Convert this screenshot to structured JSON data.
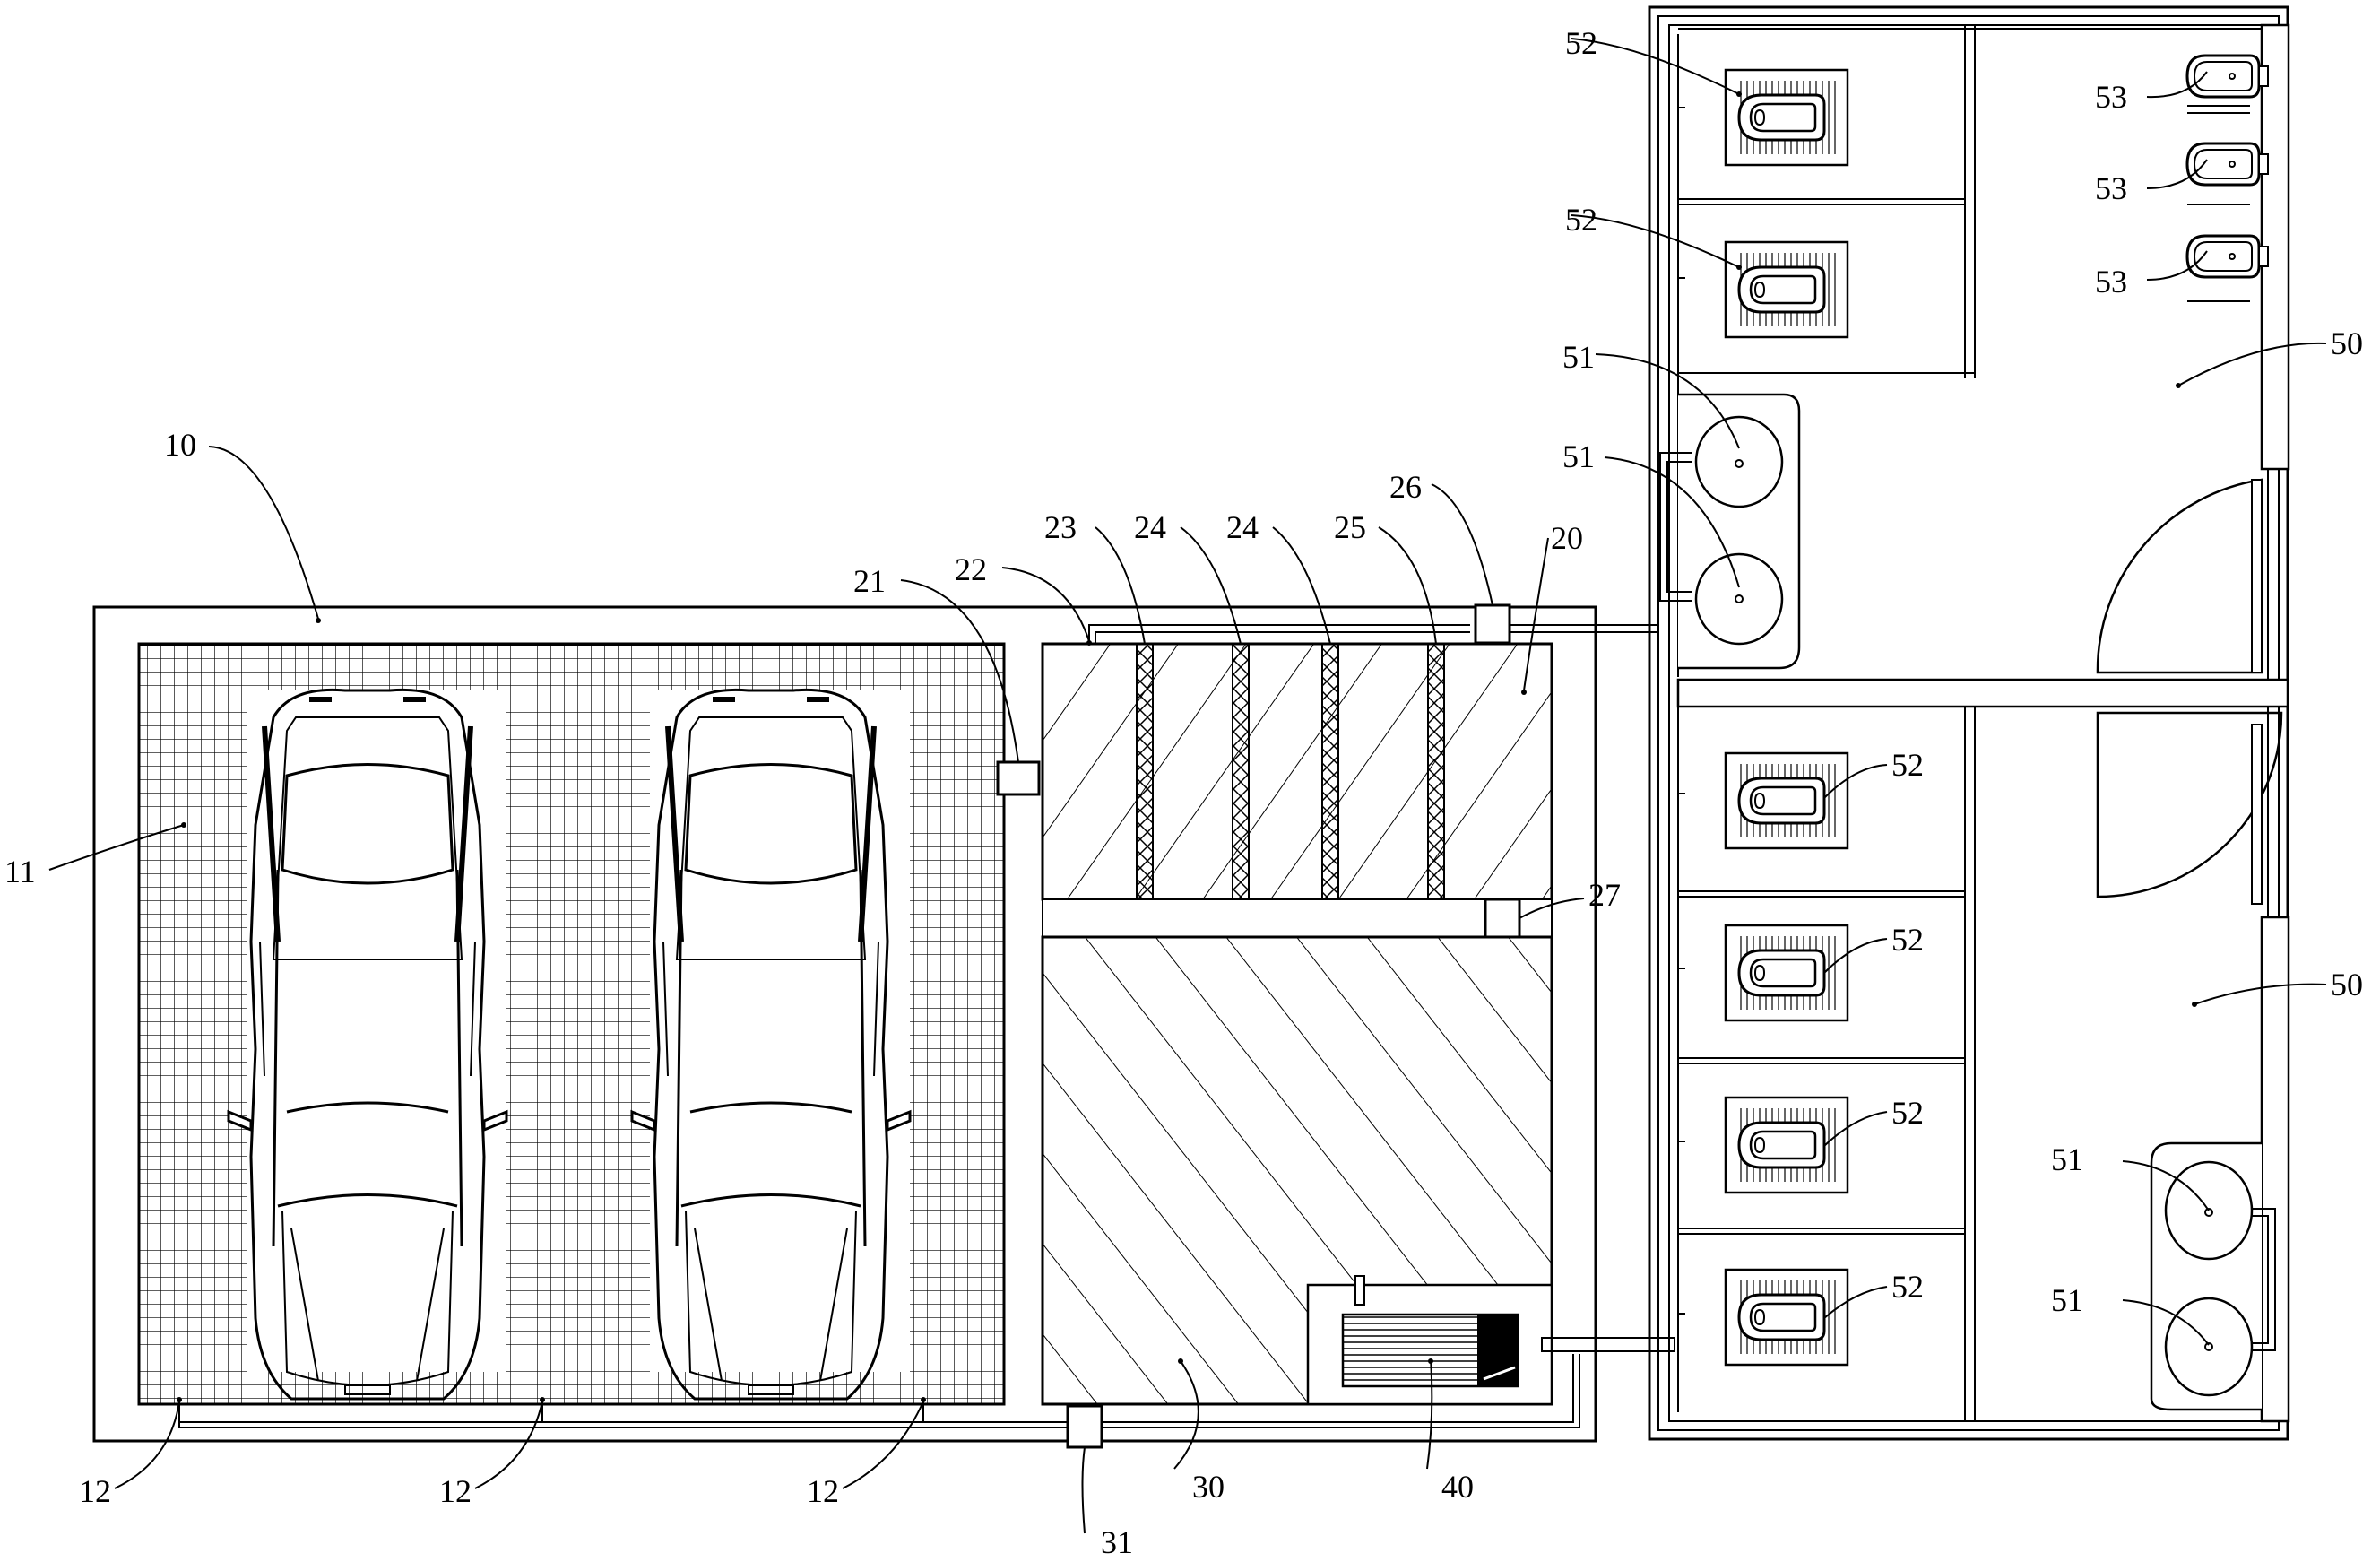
{
  "diagram": {
    "type": "patent-drawing",
    "description_labels": {
      "car_wash_area": "10",
      "grating_floor": "11",
      "floor_drain": "12",
      "filter_tank": "20",
      "inlet_box": "21",
      "inlet_pipe": "22",
      "filter_layer_1": "23",
      "filter_layer_2": "24",
      "filter_layer_3": "24",
      "filter_layer_4": "25",
      "pump_top": "26",
      "pump_mid": "27",
      "clean_water_tank": "30",
      "pump_bottom": "31",
      "equipment": "40",
      "restroom_upper": "50",
      "restroom_lower": "50",
      "sink_1": "51",
      "sink_2": "51",
      "sink_3": "51",
      "sink_4": "51",
      "toilet_1": "52",
      "toilet_2": "52",
      "toilet_3": "52",
      "toilet_4": "52",
      "toilet_5": "52",
      "toilet_6": "52",
      "urinal_1": "53",
      "urinal_2": "53",
      "urinal_3": "53",
      "drain_label_1": "12",
      "drain_label_2": "12"
    },
    "colors": {
      "line": "#000000",
      "background": "#ffffff"
    }
  }
}
